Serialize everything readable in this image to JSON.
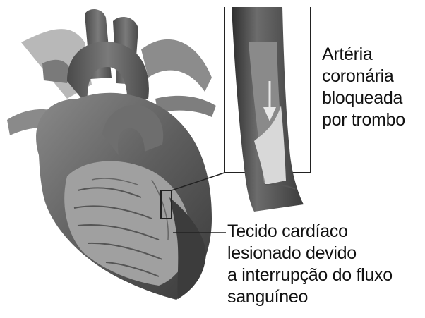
{
  "labels": {
    "artery": [
      "Artéria",
      "coronária",
      "bloqueada",
      "por trombo"
    ],
    "tissue": [
      "Tecido cardíaco",
      "lesionado devido",
      "a interrupção do fluxo",
      "sanguíneo"
    ]
  },
  "colors": {
    "text": "#111111",
    "heart_dark": "#3a3a3a",
    "heart_mid": "#6a6a6a",
    "heart_light": "#a8a8a8",
    "thrombus": "#d8d8d8",
    "leader_line": "#222222"
  }
}
